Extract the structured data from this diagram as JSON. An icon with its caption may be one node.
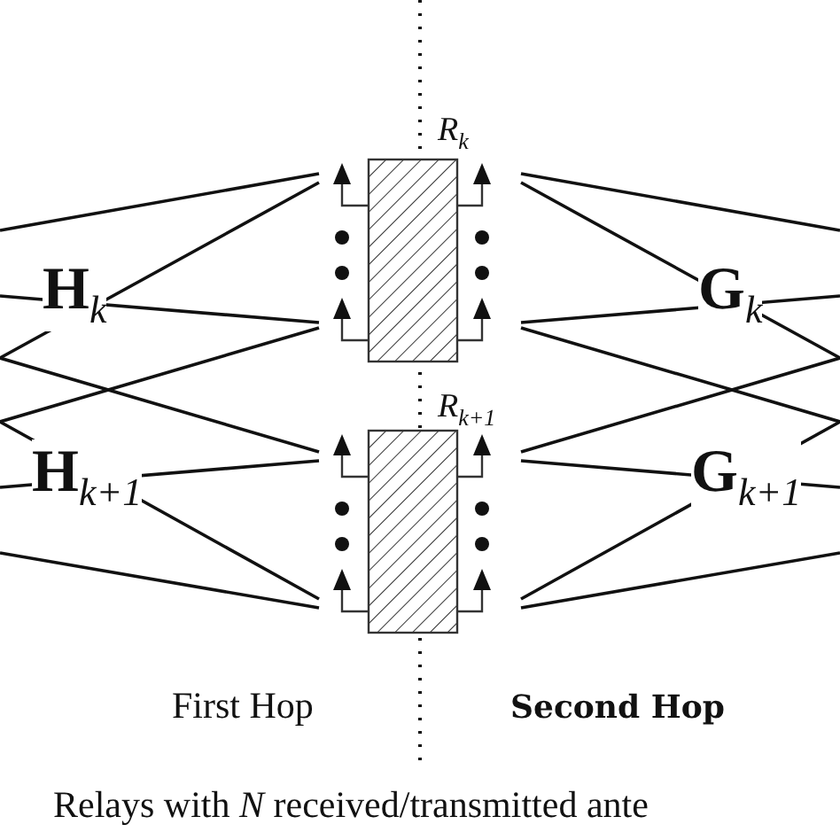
{
  "diagram": {
    "caption": "Relays with *N* received/transmitted ante",
    "nodes": [
      {
        "text": [],
        "shape": "box",
        "beside": [
          "*R*$_{k}$"
        ]
      },
      {
        "text": [],
        "shape": "box",
        "beside": [
          "*R*$_{k+1}$"
        ]
      }
    ],
    "edges": [
      {
        "from": null,
        "to": 0,
        "arrow": "none"
      },
      {
        "from": null,
        "to": 0,
        "arrow": "none"
      },
      {
        "from": null,
        "to": 0,
        "arrow": "none"
      },
      {
        "from": null,
        "to": 0,
        "arrow": "none"
      },
      {
        "from": null,
        "to": 1,
        "arrow": "none"
      },
      {
        "from": null,
        "to": 1,
        "arrow": "none"
      },
      {
        "from": null,
        "to": 1,
        "arrow": "none"
      },
      {
        "from": null,
        "to": 1,
        "arrow": "none"
      },
      {
        "from": 0,
        "to": null,
        "arrow": "none"
      },
      {
        "from": 0,
        "to": null,
        "arrow": "none"
      },
      {
        "from": 0,
        "to": null,
        "arrow": "none"
      },
      {
        "from": 0,
        "to": null,
        "arrow": "none"
      },
      {
        "from": 1,
        "to": null,
        "arrow": "none"
      },
      {
        "from": 1,
        "to": null,
        "arrow": "none"
      },
      {
        "from": 1,
        "to": null,
        "arrow": "none"
      },
      {
        "from": 1,
        "to": null,
        "arrow": "none"
      }
    ],
    "labels": [
      "**H**$_{k}$",
      "**H**$_{k+1}$",
      "**G**$_{k}$",
      "**G**$_{k+1}$",
      "First Hop",
      "Second Hop"
    ]
  }
}
